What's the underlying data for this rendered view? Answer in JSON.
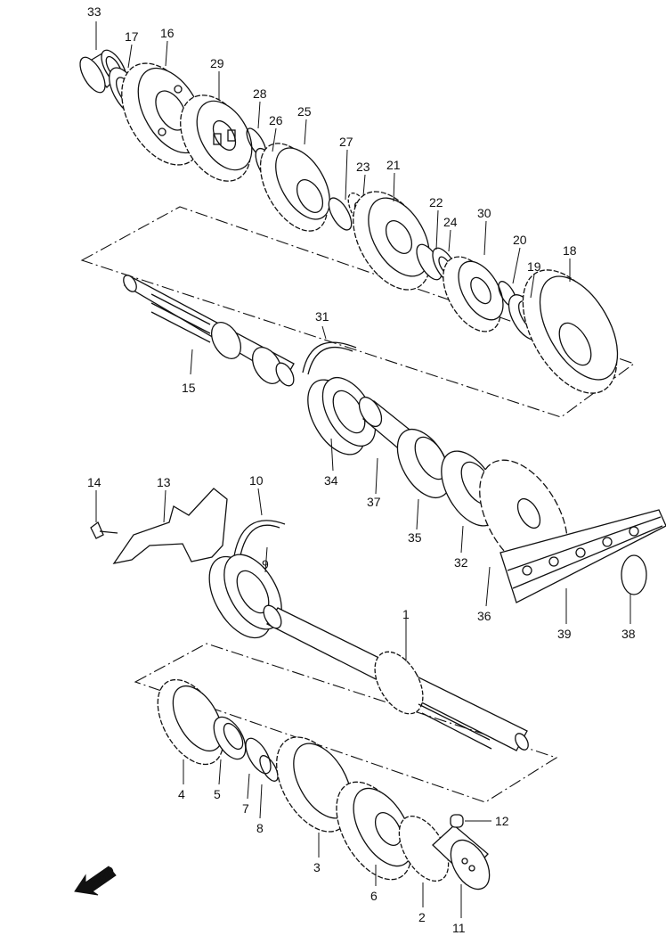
{
  "labels": {
    "p1": "1",
    "p2": "2",
    "p3": "3",
    "p4": "4",
    "p5": "5",
    "p6": "6",
    "p7": "7",
    "p8": "8",
    "p9": "9",
    "p10": "10",
    "p11": "11",
    "p12": "12",
    "p13": "13",
    "p14": "14",
    "p15": "15",
    "p16": "16",
    "p17": "17",
    "p18": "18",
    "p19": "19",
    "p20": "20",
    "p21": "21",
    "p22": "22",
    "p23": "23",
    "p24": "24",
    "p25": "25",
    "p26": "26",
    "p27": "27",
    "p28": "28",
    "p29": "29",
    "p30": "30",
    "p31": "31",
    "p32": "32",
    "p33": "33",
    "p34": "34",
    "p35": "35",
    "p36": "36",
    "p37": "37",
    "p38": "38",
    "p39": "39"
  },
  "fwd_badge": "FWD",
  "icons": {
    "direction": "fwd-arrow-icon"
  }
}
